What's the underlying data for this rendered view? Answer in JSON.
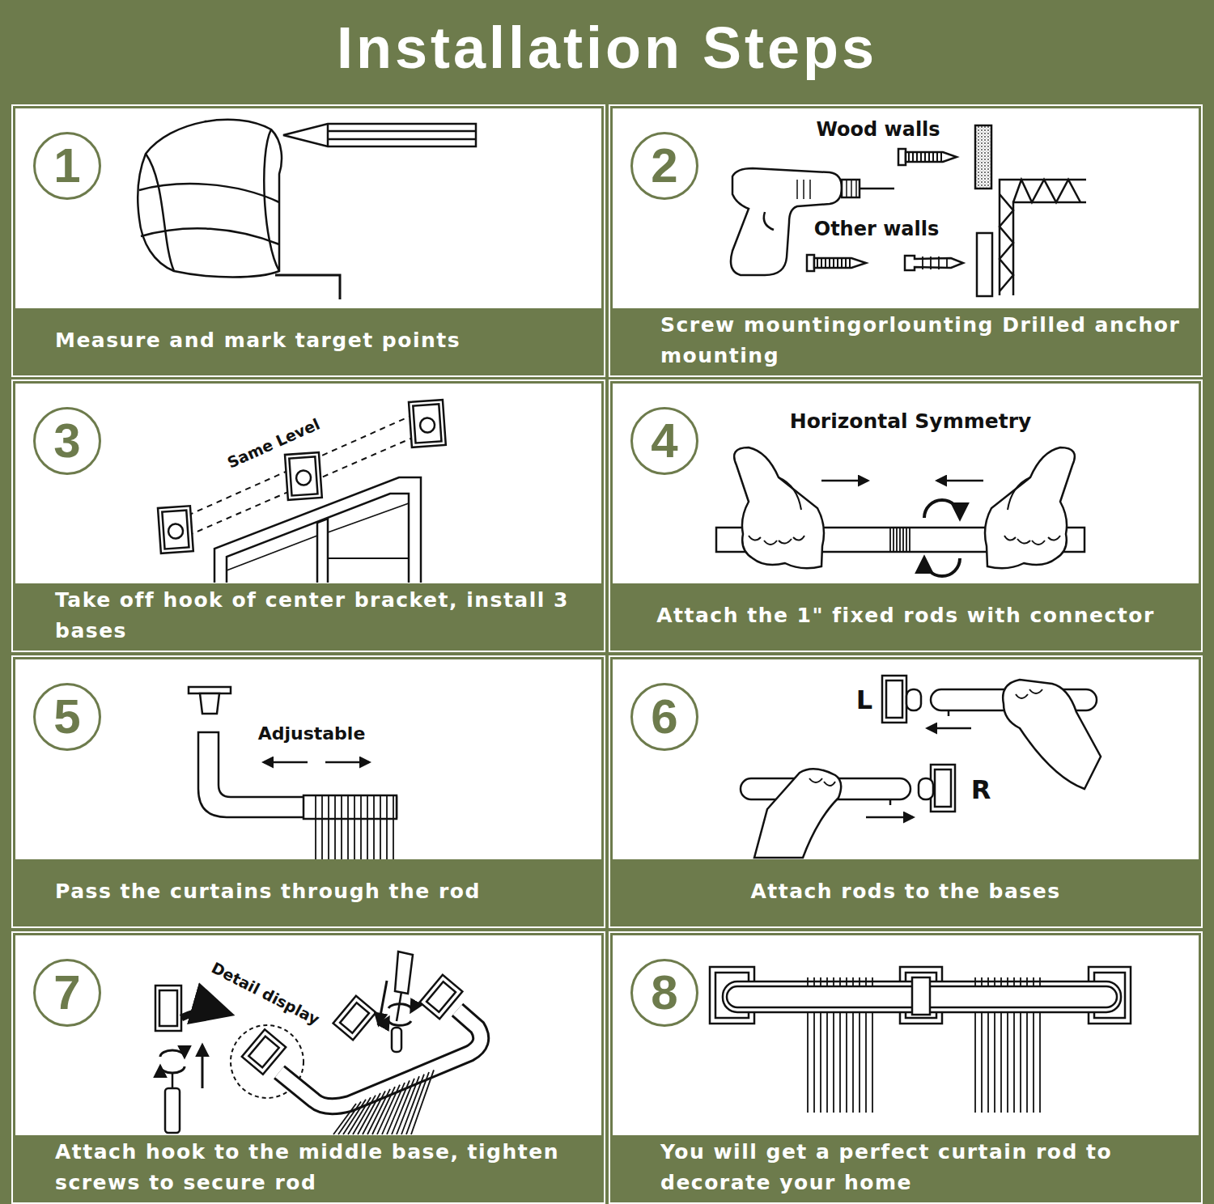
{
  "diagram": {
    "title": "Installation Steps",
    "nodes": [
      {
        "text": [
          "1"
        ]
      },
      {
        "text": [
          "Measure and mark target points"
        ]
      },
      {
        "text": [
          "2"
        ]
      },
      {
        "text": [
          "Screw mountingorlounting Drilled anchor mounting"
        ]
      },
      {
        "text": [
          "3"
        ]
      },
      {
        "text": [
          "Take off hook of center bracket, install 3 bases"
        ]
      },
      {
        "text": [
          "4"
        ]
      },
      {
        "text": [
          "Attach the 1\" fixed rods with connector"
        ]
      },
      {
        "text": [
          "5"
        ]
      },
      {
        "text": [
          "Pass the curtains through the rod"
        ]
      },
      {
        "text": [
          "6"
        ]
      },
      {
        "text": [
          "Attach rods to the bases"
        ]
      },
      {
        "text": [
          "7"
        ]
      },
      {
        "text": [
          "Attach hook to the middle base, tighten screws to secure rod"
        ]
      },
      {
        "text": [
          "8"
        ]
      },
      {
        "text": [
          "You will get a perfect curtain rod to decorate your home"
        ]
      }
    ],
    "labels": [
      "Wood walls",
      "Other walls",
      "Same Level",
      "Horizontal Symmetry",
      "Adjustable",
      "L",
      "R",
      "Detail display"
    ]
  }
}
